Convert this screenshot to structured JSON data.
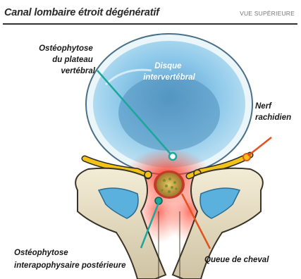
{
  "title": "Canal lombaire étroit dégénératif",
  "view_label": "VUE SUPÉRIEURE",
  "labels": {
    "osteophytose_plateau": [
      "Ostéophytose",
      "du plateau",
      "vertébral"
    ],
    "disque": [
      "Disque",
      "intervertébral"
    ],
    "nerf": [
      "Nerf",
      "rachidien"
    ],
    "osteophytose_post": [
      "Ostéophytose",
      "interapophysaire postérieure"
    ],
    "queue": [
      "Queue de cheval"
    ]
  },
  "colors": {
    "disc_fill": "#8ec9ea",
    "disc_rim": "#d9ecf5",
    "bone": "#e8e0c8",
    "bone_shadow": "#b9ad8d",
    "nerve": "#f2c317",
    "inflammation": "#ea3a2e",
    "label_dark": "#1a1a1a",
    "label_white": "#ffffff",
    "pointer_teal": "#1ca79a",
    "pointer_orange": "#e2541f"
  }
}
